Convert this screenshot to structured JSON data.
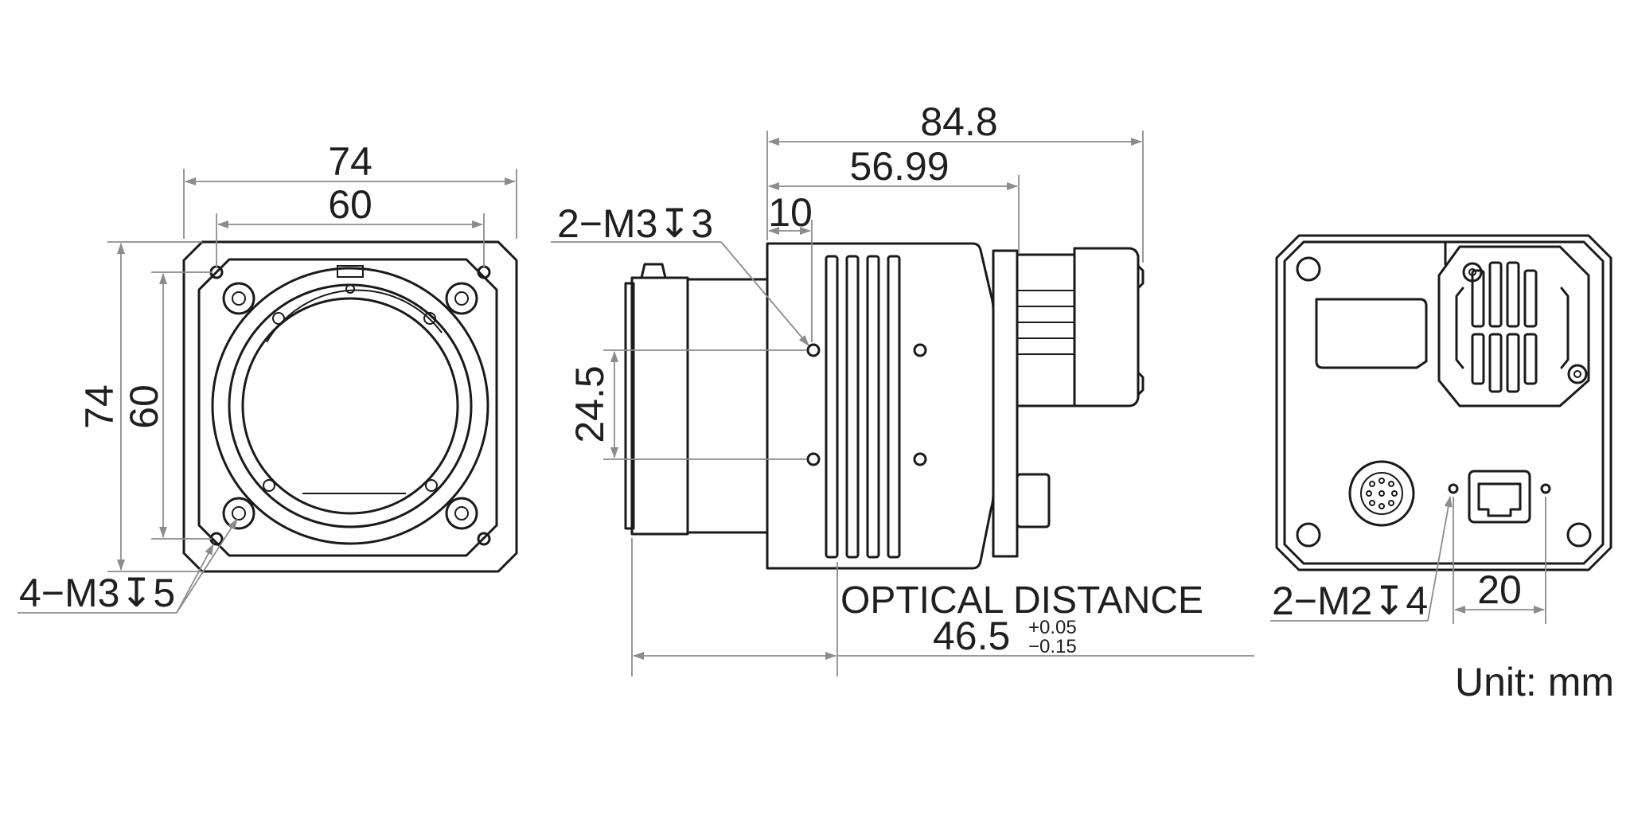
{
  "front_view": {
    "width_outer": "74",
    "width_inner": "60",
    "height_outer": "74",
    "height_inner": "60",
    "thread_callout": "4−M3↧5"
  },
  "side_view": {
    "length_total": "84.8",
    "length_body": "56.99",
    "offset": "10",
    "hole_spacing": "24.5",
    "thread_callout": "2−M3↧3",
    "optical_label": "OPTICAL DISTANCE",
    "optical_value": "46.5",
    "tol_plus": "+0.05",
    "tol_minus": "−0.15"
  },
  "back_view": {
    "thread_callout": "2−M2↧4",
    "hole_spacing": "20"
  },
  "unit_note": "Unit: mm",
  "colors": {
    "outline": "#1a1a1a",
    "dimension": "#8c8c8c",
    "text": "#1f1f1f"
  }
}
